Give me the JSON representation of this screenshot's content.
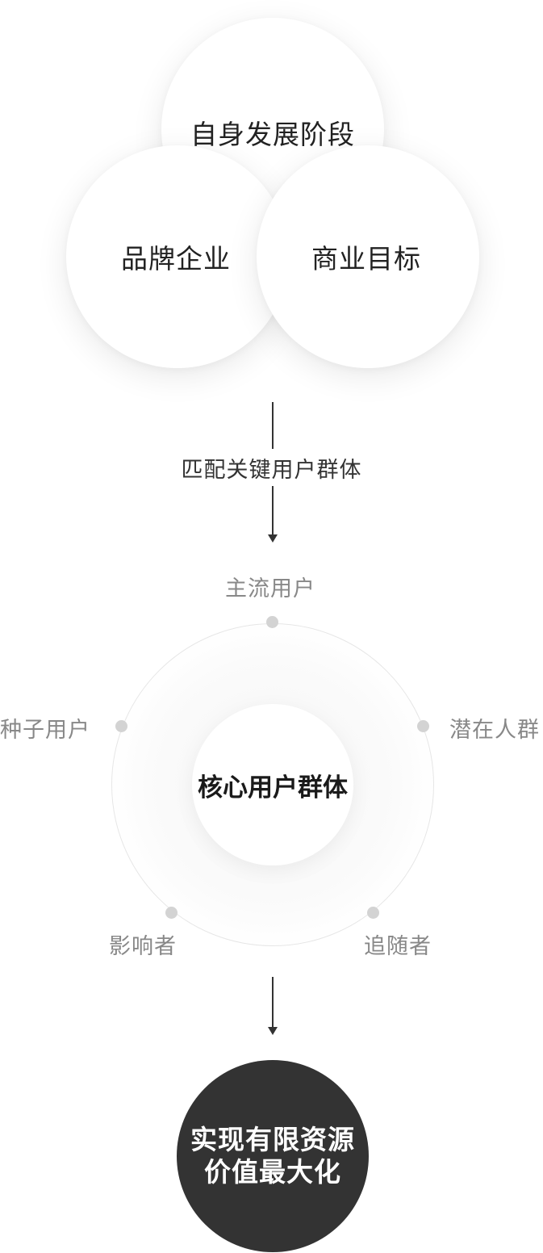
{
  "top_circles": {
    "top": "自身发展阶段",
    "left": "品牌企业",
    "right": "商业目标"
  },
  "connector": {
    "label": "匹配关键用户群体"
  },
  "ring": {
    "center": "核心用户群体",
    "nodes": {
      "top": "主流用户",
      "left": "种子用户",
      "right": "潜在人群",
      "bottom_left": "影响者",
      "bottom_right": "追随者"
    }
  },
  "result": {
    "line1": "实现有限资源",
    "line2": "价值最大化"
  },
  "colors": {
    "dark": "#333333",
    "muted_label": "#888888",
    "dot": "#d3d3d3"
  }
}
